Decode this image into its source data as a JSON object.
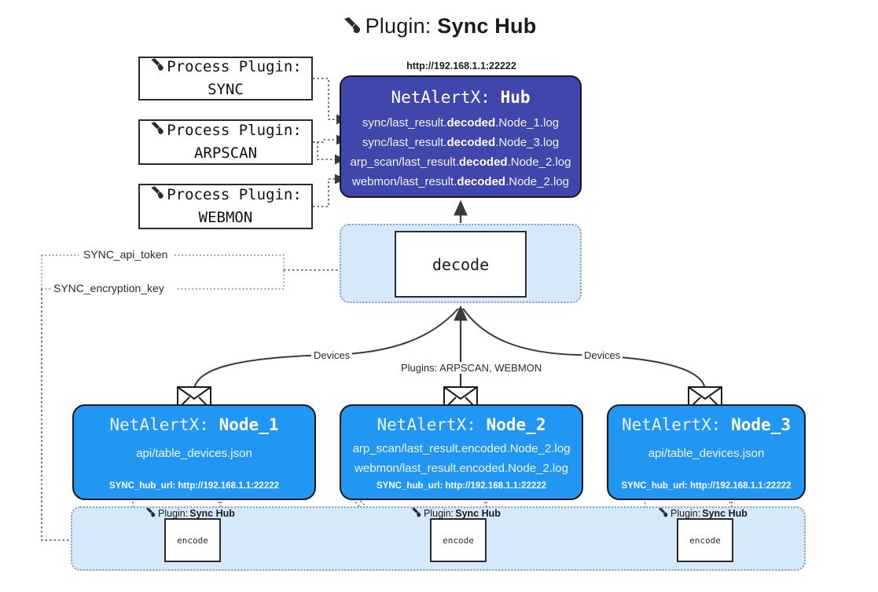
{
  "title": {
    "icon": "plug-icon",
    "prefix": "Plugin:",
    "name": "Sync Hub"
  },
  "process_plugins": [
    {
      "icon": "plug-icon",
      "line1": "Process Plugin:",
      "line2": "SYNC"
    },
    {
      "icon": "plug-icon",
      "line1": "Process Plugin:",
      "line2": "ARPSCAN"
    },
    {
      "icon": "plug-icon",
      "line1": "Process Plugin:",
      "line2": "WEBMON"
    }
  ],
  "hub": {
    "url": "http://192.168.1.1:22222",
    "title_prefix": "NetAlertX:",
    "title_name": "Hub",
    "lines": [
      {
        "pre": "sync/last_result.",
        "strong": "decoded",
        "post": ".Node_1.log"
      },
      {
        "pre": "sync/last_result.",
        "strong": "decoded",
        "post": ".Node_3.log"
      },
      {
        "pre": "arp_scan/last_result.",
        "strong": "decoded",
        "post": ".Node_2.log"
      },
      {
        "pre": "webmon/last_result.",
        "strong": "decoded",
        "post": ".Node_2.log"
      }
    ],
    "color": "#4046ab"
  },
  "decode": {
    "label": "decode",
    "container_color": "#d6e9fb"
  },
  "tokens": [
    {
      "label": "SYNC_api_token"
    },
    {
      "label": "SYNC_encryption_key"
    }
  ],
  "edge_labels": {
    "devices_left": "Devices",
    "devices_right": "Devices",
    "plugins_center": "Plugins: ARPSCAN, WEBMON"
  },
  "nodes": [
    {
      "title_prefix": "NetAlertX:",
      "title_name": "Node_1",
      "lines": [
        "api/table_devices.json"
      ],
      "footer": "SYNC_hub_url: http://192.168.1.1:22222",
      "color": "#2196f3",
      "mail_icon": "envelope-icon"
    },
    {
      "title_prefix": "NetAlertX:",
      "title_name": "Node_2",
      "lines": [
        "arp_scan/last_result.encoded.Node_2.log",
        "webmon/last_result.encoded.Node_2.log"
      ],
      "footer": "SYNC_hub_url: http://192.168.1.1:22222",
      "color": "#2196f3",
      "mail_icon": "envelope-icon"
    },
    {
      "title_prefix": "NetAlertX:",
      "title_name": "Node_3",
      "lines": [
        "api/table_devices.json"
      ],
      "footer": "SYNC_hub_url: http://192.168.1.1:22222",
      "color": "#2196f3",
      "mail_icon": "envelope-icon"
    }
  ],
  "encoders": [
    {
      "plugin_prefix": "Plugin:",
      "plugin_name": "Sync Hub",
      "label": "encode",
      "icon": "plug-icon"
    },
    {
      "plugin_prefix": "Plugin:",
      "plugin_name": "Sync Hub",
      "label": "encode",
      "icon": "plug-icon"
    },
    {
      "plugin_prefix": "Plugin:",
      "plugin_name": "Sync Hub",
      "label": "encode",
      "icon": "plug-icon"
    }
  ]
}
